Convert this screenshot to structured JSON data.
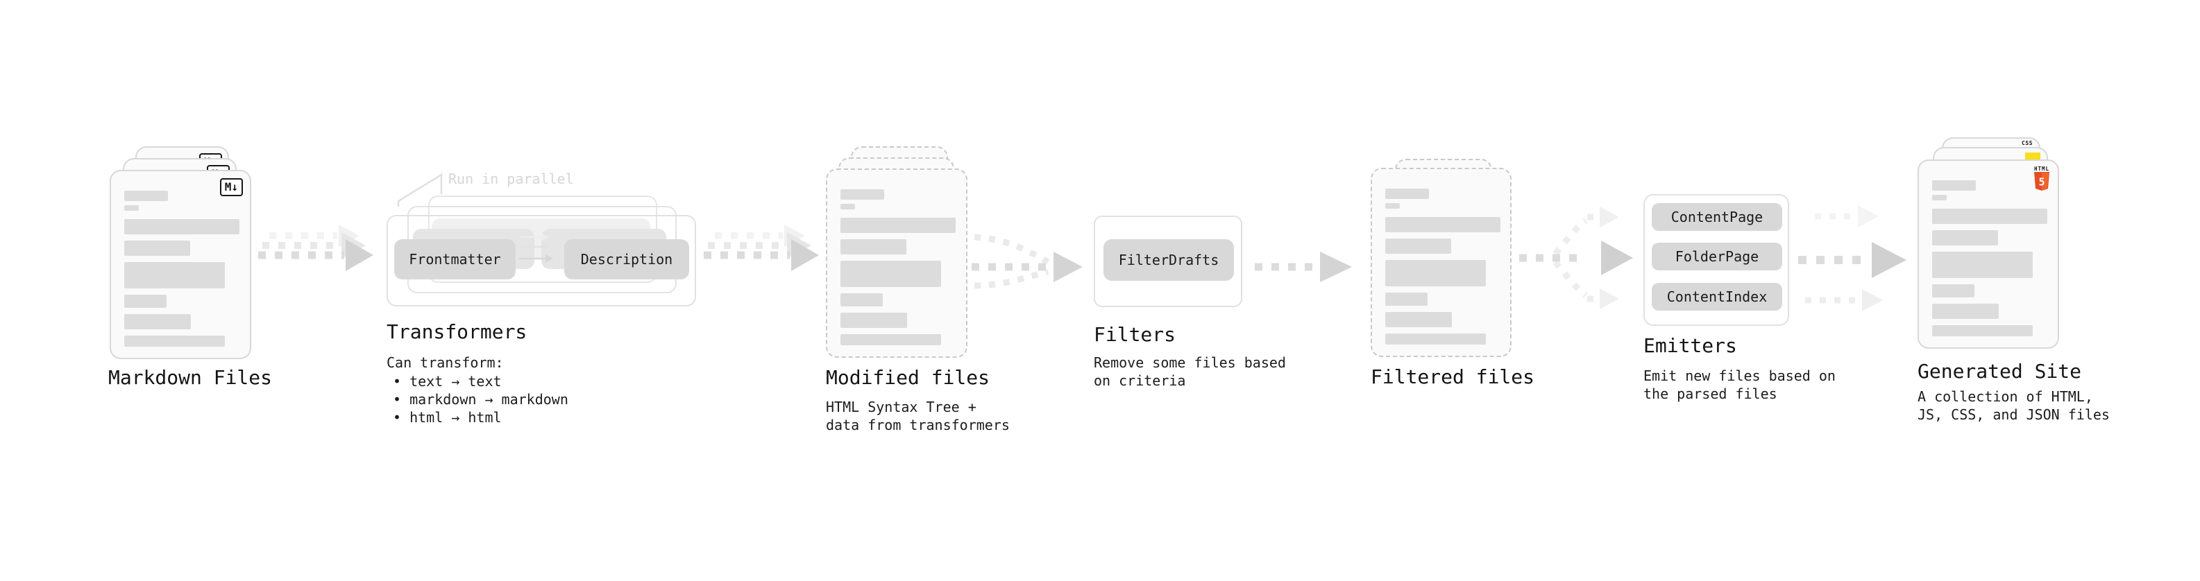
{
  "pipeline": {
    "markdown_files": {
      "label": "Markdown Files",
      "badge": "M↓"
    },
    "transformers": {
      "label": "Transformers",
      "annotation": "Run in parallel",
      "steps": [
        "Frontmatter",
        "Description"
      ],
      "note_title": "Can transform:",
      "bullet": "•",
      "note_items": [
        "text → text",
        "markdown → markdown",
        "html → html"
      ]
    },
    "modified_files": {
      "label": "Modified files",
      "note_lines": [
        "HTML Syntax Tree +",
        "data from transformers"
      ]
    },
    "filters": {
      "label": "Filters",
      "steps": [
        "FilterDrafts"
      ],
      "note_lines": [
        "Remove some files based",
        "on criteria"
      ]
    },
    "filtered_files": {
      "label": "Filtered files"
    },
    "emitters": {
      "label": "Emitters",
      "steps": [
        "ContentPage",
        "FolderPage",
        "ContentIndex"
      ],
      "note_lines": [
        "Emit new files based on",
        "the parsed files"
      ]
    },
    "generated_site": {
      "label": "Generated Site",
      "css_badge": "CSS",
      "html_badge_title": "HTML",
      "html_badge_number": "5",
      "note_lines": [
        "A collection of HTML,",
        "JS, CSS, and JSON files"
      ]
    }
  },
  "colors": {
    "css_blue": "#2965F1",
    "js_yellow": "#F7DF1E",
    "html_orange": "#E44D26",
    "html_orange_light": "#F16529"
  }
}
